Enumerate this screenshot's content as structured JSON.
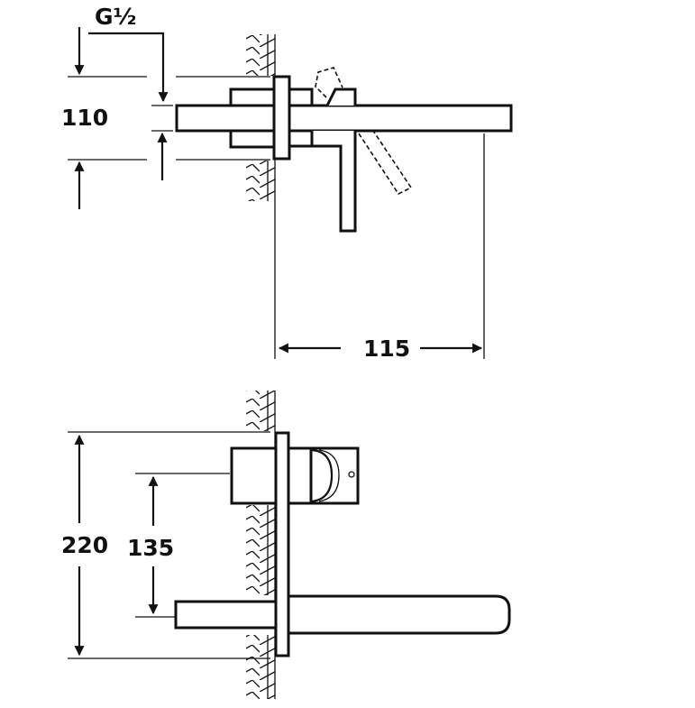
{
  "side_view": {
    "thread_label": "G½",
    "height_label": "110",
    "projection_label": "115"
  },
  "front_view": {
    "total_height_label": "220",
    "spout_to_handle_label": "135"
  },
  "colors": {
    "line": "#111111",
    "background": "#ffffff"
  }
}
